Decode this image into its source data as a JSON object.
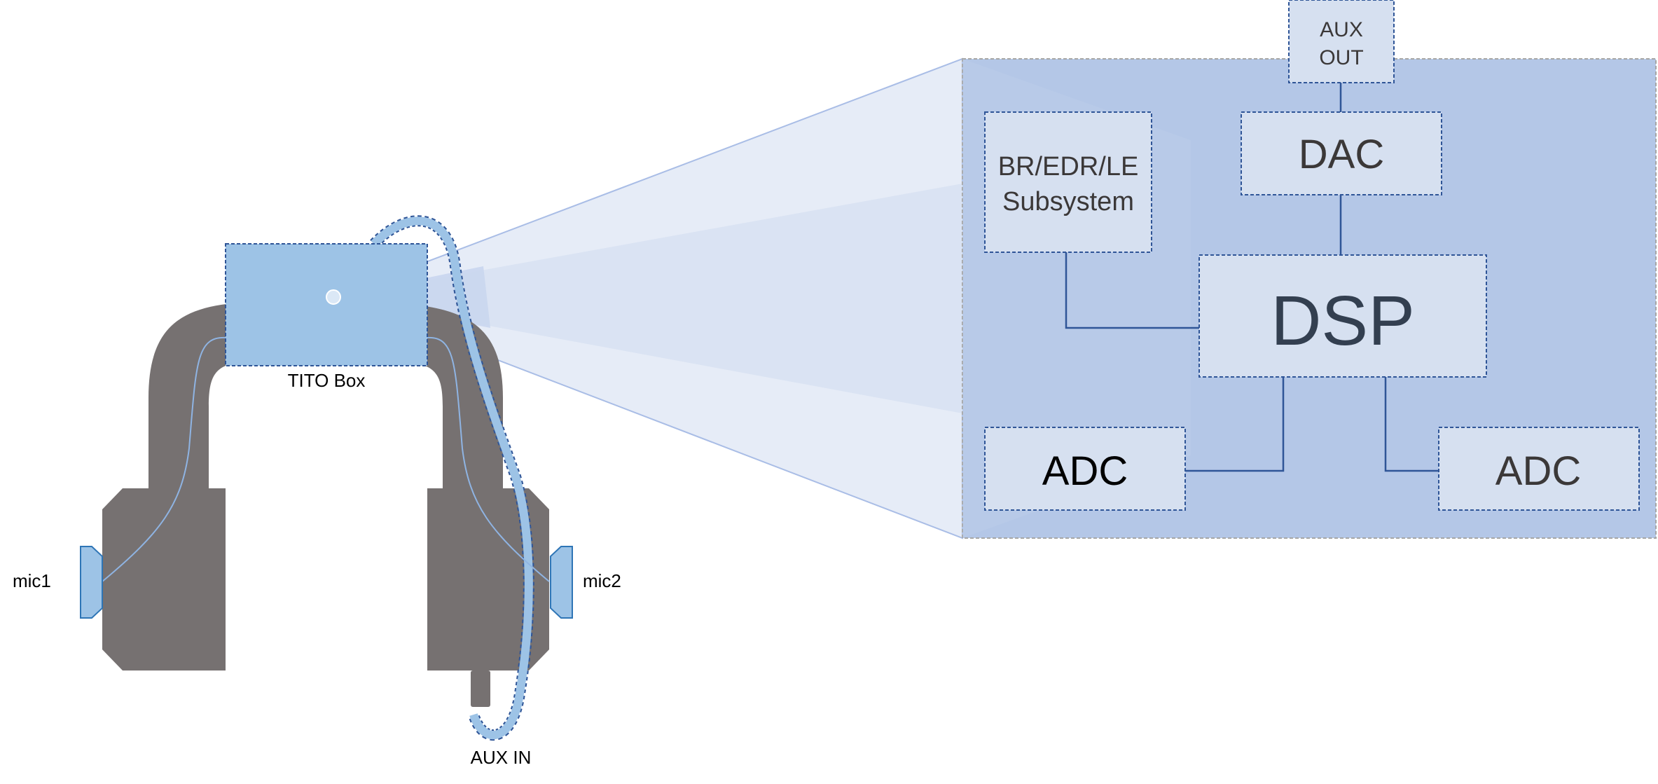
{
  "headset": {
    "tito_box_label": "TITO Box",
    "mic_left_label": "mic1",
    "mic_right_label": "mic2",
    "aux_in_label": "AUX IN"
  },
  "detail": {
    "aux_out_line1": "AUX",
    "aux_out_line2": "OUT",
    "dac_label": "DAC",
    "bt_line1": "BR/EDR/LE",
    "bt_line2": "Subsystem",
    "dsp_label": "DSP",
    "adc_left_label": "ADC",
    "adc_right_label": "ADC"
  },
  "colors": {
    "headphone_body": "#767171",
    "component_blue": "#9dc3e6",
    "panel_blue": "#b4c7e7",
    "box_fill": "#d6e0f0",
    "border_dark": "#2f5597",
    "line_blue": "#2f5597",
    "text_dark": "#3b3838"
  }
}
